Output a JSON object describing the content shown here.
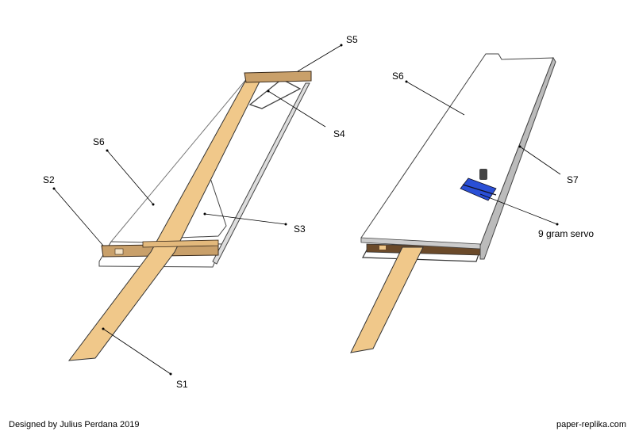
{
  "labels": {
    "s5": "S5",
    "s4": "S4",
    "s6_left": "S6",
    "s2": "S2",
    "s3": "S3",
    "s1": "S1",
    "s6_right": "S6",
    "s7": "S7",
    "servo": "9 gram servo"
  },
  "footer": {
    "credit": "Designed by Julius Perdana 2019",
    "site": "paper-replika.com"
  },
  "colors": {
    "wood": "#f0c88a",
    "wood_dark": "#6b4a2a",
    "servo": "#2a4fd6",
    "panel": "#ffffff",
    "edge": "#555555"
  }
}
